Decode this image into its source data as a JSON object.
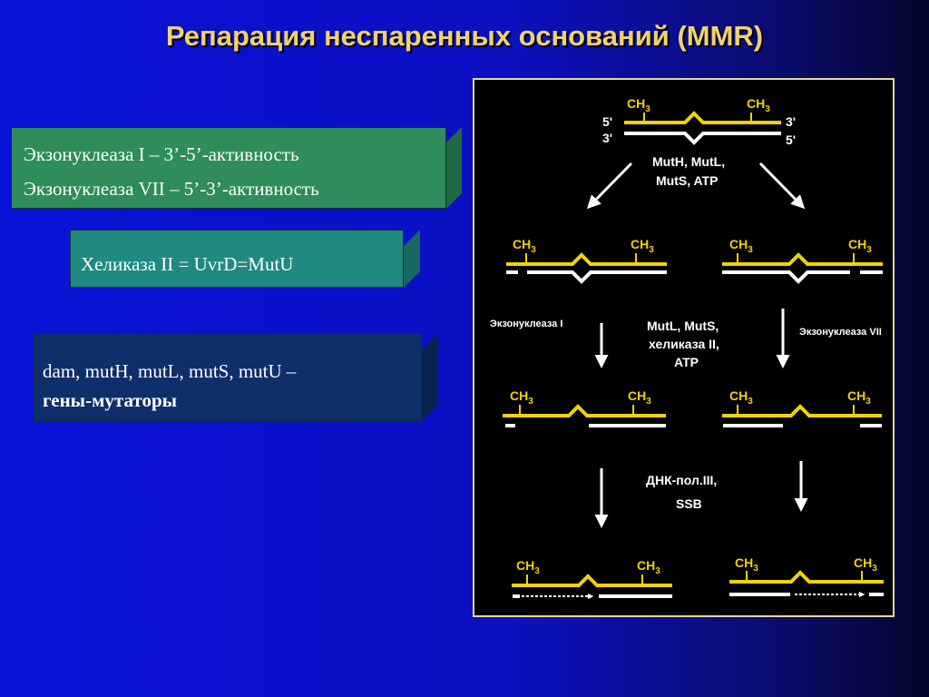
{
  "title": "Репарация неспаренных оснований (MMR)",
  "box1": {
    "line1": "Экзонуклеаза I – 3’-5’-активность",
    "line2": "Экзонуклеаза VII – 5’-3’-активность"
  },
  "box2": {
    "line1": "Хеликаза II = UvrD=MutU"
  },
  "box3": {
    "line1": "dam, mutH, mutL, mutS, mutU –",
    "line2": "гены-мутаторы"
  },
  "diagram": {
    "ch3": "CH",
    "ch3_sub": "3",
    "end_5": "5'",
    "end_3": "3'",
    "step1_line1": "MutH, MutL,",
    "step1_line2": "MutS, ATP",
    "exo_left": "Экзонуклеаза I",
    "exo_right": "Экзонуклеаза VII",
    "step2_line1": "MutL, MutS,",
    "step2_line2": "хеликаза II,",
    "step2_line3": "ATP",
    "step3_line1": "ДНК-пол.III,",
    "step3_line2": "SSB"
  },
  "colors": {
    "title": "#f2d26a",
    "parent_strand": "#f2d200",
    "new_strand": "#ffffff"
  }
}
